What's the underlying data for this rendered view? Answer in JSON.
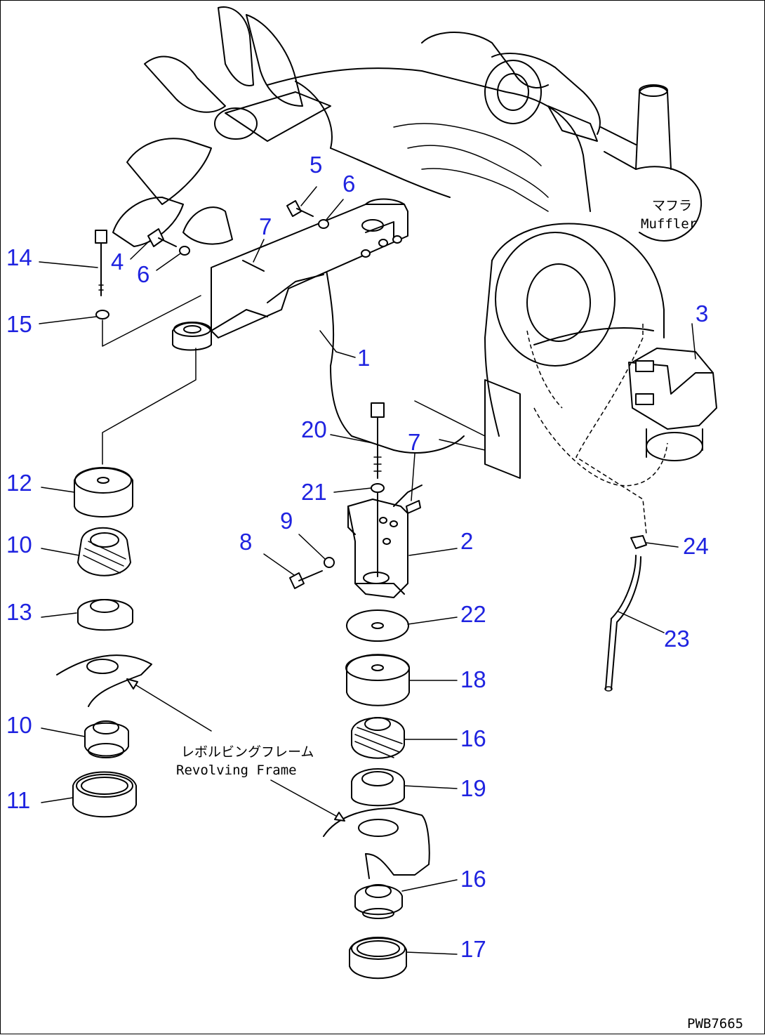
{
  "callouts": {
    "c1": "1",
    "c2": "2",
    "c3": "3",
    "c4": "4",
    "c5": "5",
    "c6a": "6",
    "c6b": "6",
    "c7a": "7",
    "c7b": "7",
    "c8": "8",
    "c9": "9",
    "c10a": "10",
    "c10b": "10",
    "c11": "11",
    "c12": "12",
    "c13": "13",
    "c14": "14",
    "c15": "15",
    "c16a": "16",
    "c16b": "16",
    "c17": "17",
    "c18": "18",
    "c19": "19",
    "c20": "20",
    "c21": "21",
    "c22": "22",
    "c23": "23",
    "c24": "24"
  },
  "labels": {
    "muffler_jp": "マフラ",
    "muffler_en": "Muffler",
    "frame_jp": "レボルビングフレーム",
    "frame_en": "Revolving Frame"
  },
  "drawing_code": "PWB7665",
  "colors": {
    "callout": "#1f23e0",
    "line": "#000000"
  }
}
